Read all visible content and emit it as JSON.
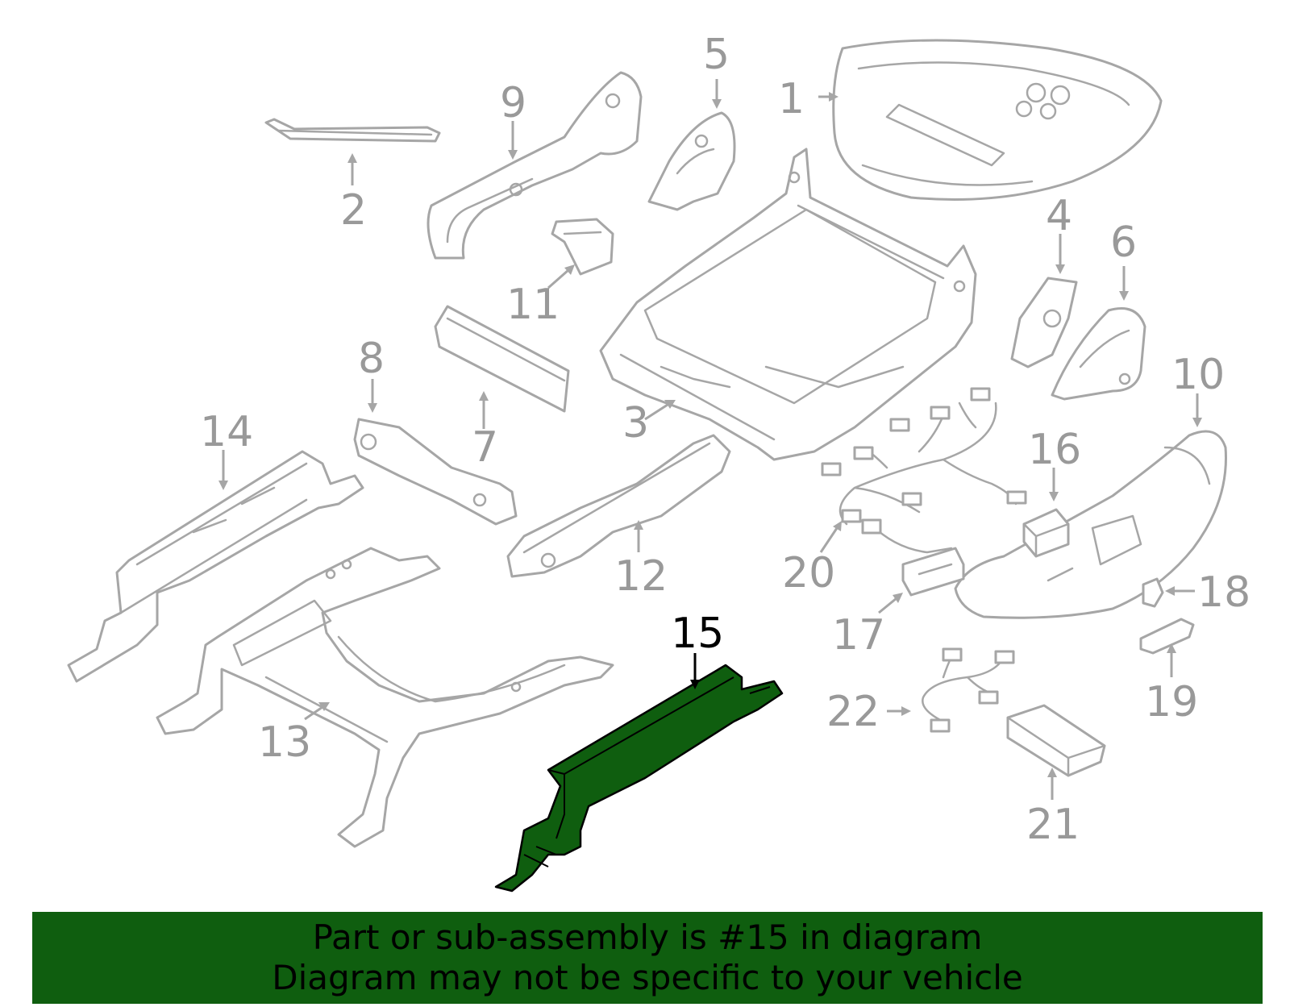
{
  "callouts": [
    "1",
    "2",
    "3",
    "4",
    "5",
    "6",
    "7",
    "8",
    "9",
    "10",
    "11",
    "12",
    "13",
    "14",
    "15",
    "16",
    "17",
    "18",
    "19",
    "20",
    "21",
    "22"
  ],
  "highlighted_part": "15",
  "colors": {
    "highlight": "#0f5e0f",
    "outline": "#a6a6a6",
    "callout": "#999999",
    "active_callout": "#000000"
  },
  "banner": {
    "line1": "Part or sub-assembly is #15 in diagram",
    "line2": "Diagram may not be specific to your vehicle"
  }
}
